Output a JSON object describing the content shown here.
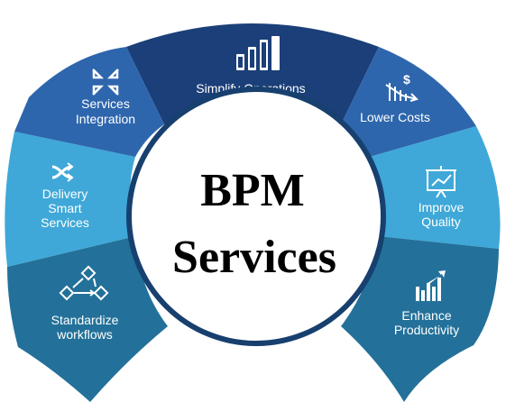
{
  "center": {
    "line1": "BPM",
    "line2": "Services"
  },
  "segments": [
    {
      "id": "simplify",
      "lines": [
        "Simplify Operations"
      ],
      "icon": "bar-chart-icon",
      "color": "#1b3f78"
    },
    {
      "id": "lower-costs",
      "lines": [
        "Lower Costs"
      ],
      "icon": "dollar-down-chart-icon",
      "color": "#2e66ad"
    },
    {
      "id": "improve-quality",
      "lines": [
        "Improve",
        "Quality"
      ],
      "icon": "presentation-chart-icon",
      "color": "#3fa8d8"
    },
    {
      "id": "enhance-productivity",
      "lines": [
        "Enhance",
        "Productivity"
      ],
      "icon": "rising-chart-icon",
      "color": "#23719a"
    },
    {
      "id": "standardize-workflows",
      "lines": [
        "Standardize",
        "workflows"
      ],
      "icon": "workflow-icon",
      "color": "#23719a"
    },
    {
      "id": "delivery-smart",
      "lines": [
        "Delivery",
        "Smart",
        "Services"
      ],
      "icon": "shuffle-icon",
      "color": "#3fa8d8"
    },
    {
      "id": "services-integration",
      "lines": [
        "Services",
        "Integration"
      ],
      "icon": "integration-arrows-icon",
      "color": "#2e66ad"
    }
  ]
}
